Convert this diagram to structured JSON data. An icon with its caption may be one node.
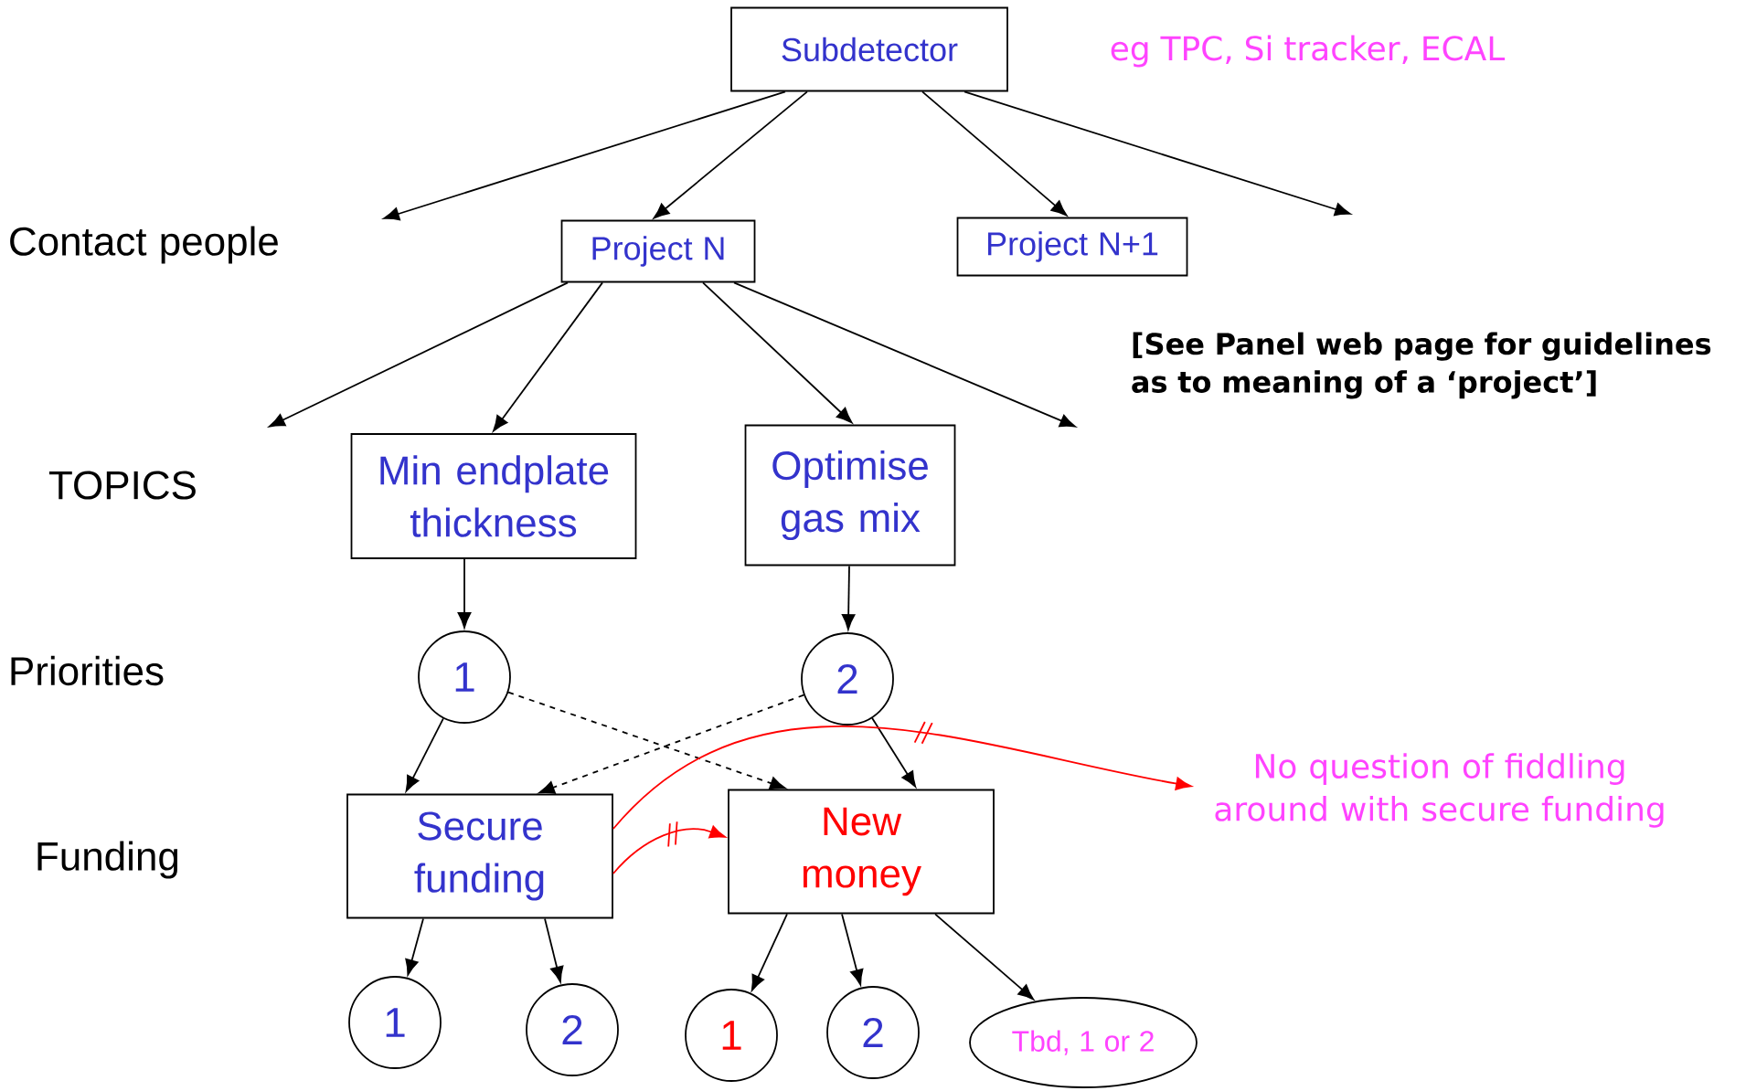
{
  "diagram": {
    "nodes": [
      {
        "text": [
          "Subdetector"
        ]
      },
      {
        "text": [
          "Project N"
        ]
      },
      {
        "text": [
          "Project N+1"
        ]
      },
      {
        "text": [
          "Min endplate thickness"
        ]
      },
      {
        "text": [
          "Optimise gas mix"
        ]
      },
      {
        "text": [
          "1"
        ]
      },
      {
        "text": [
          "2"
        ]
      },
      {
        "text": [
          "Secure funding"
        ]
      },
      {
        "text": [
          "New money"
        ]
      },
      {
        "text": [
          "No question of fiddling around with secure funding"
        ]
      },
      {
        "text": [
          "1"
        ]
      },
      {
        "text": [
          "2"
        ]
      },
      {
        "text": [
          "1"
        ]
      },
      {
        "text": [
          "2"
        ]
      },
      {
        "text": [
          "Tbd, 1 or 2"
        ]
      }
    ],
    "edges": [
      {
        "from": 0,
        "to": null,
        "arrow": "to"
      },
      {
        "from": 0,
        "to": 1,
        "arrow": "to"
      },
      {
        "from": 0,
        "to": 2,
        "arrow": "to"
      },
      {
        "from": 0,
        "to": null,
        "arrow": "to"
      },
      {
        "from": 1,
        "to": null,
        "arrow": "to"
      },
      {
        "from": 1,
        "to": 3,
        "arrow": "to"
      },
      {
        "from": 1,
        "to": 4,
        "arrow": "to"
      },
      {
        "from": 1,
        "to": null,
        "arrow": "to"
      },
      {
        "from": 3,
        "to": 5,
        "arrow": "to"
      },
      {
        "from": 4,
        "to": 6,
        "arrow": "to"
      },
      {
        "from": 5,
        "to": 7,
        "arrow": "to"
      },
      {
        "from": 5,
        "to": 8,
        "arrow": "to",
        "style": "dashed"
      },
      {
        "from": 6,
        "to": 7,
        "arrow": "to",
        "style": "dashed"
      },
      {
        "from": 6,
        "to": 8,
        "arrow": "to"
      },
      {
        "from": 7,
        "to": 8,
        "arrow": "to",
        "color": "#ff0000"
      },
      {
        "from": 7,
        "to": 9,
        "arrow": "to",
        "color": "#ff0000"
      },
      {
        "from": 7,
        "to": 10,
        "arrow": "to"
      },
      {
        "from": 7,
        "to": 11,
        "arrow": "to"
      },
      {
        "from": 8,
        "to": 12,
        "arrow": "to"
      },
      {
        "from": 8,
        "to": 13,
        "arrow": "to"
      },
      {
        "from": 8,
        "to": 14,
        "arrow": "to"
      }
    ],
    "labels": [
      "eg TPC, Si tracker, ECAL",
      "Contact people",
      "[See Panel web page for guidelines as to meaning of a ‘project’]",
      "TOPICS",
      "Priorities",
      "Funding"
    ]
  }
}
